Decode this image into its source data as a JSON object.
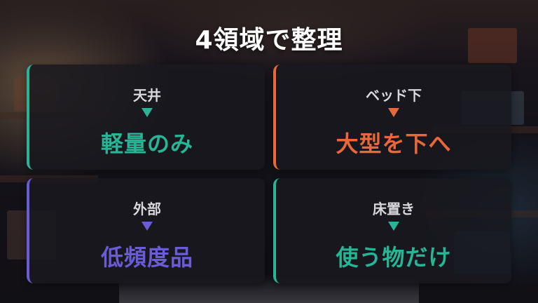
{
  "title": "4領域で整理",
  "colors": {
    "teal": "#27b596",
    "orange": "#e8683a",
    "purple": "#6a5bd6"
  },
  "zones": [
    {
      "label": "天井",
      "value": "軽量のみ",
      "color": "#27b596"
    },
    {
      "label": "ベッド下",
      "value": "大型を下へ",
      "color": "#e8683a"
    },
    {
      "label": "外部",
      "value": "低頻度品",
      "color": "#6a5bd6"
    },
    {
      "label": "床置き",
      "value": "使う物だけ",
      "color": "#27b596"
    }
  ]
}
